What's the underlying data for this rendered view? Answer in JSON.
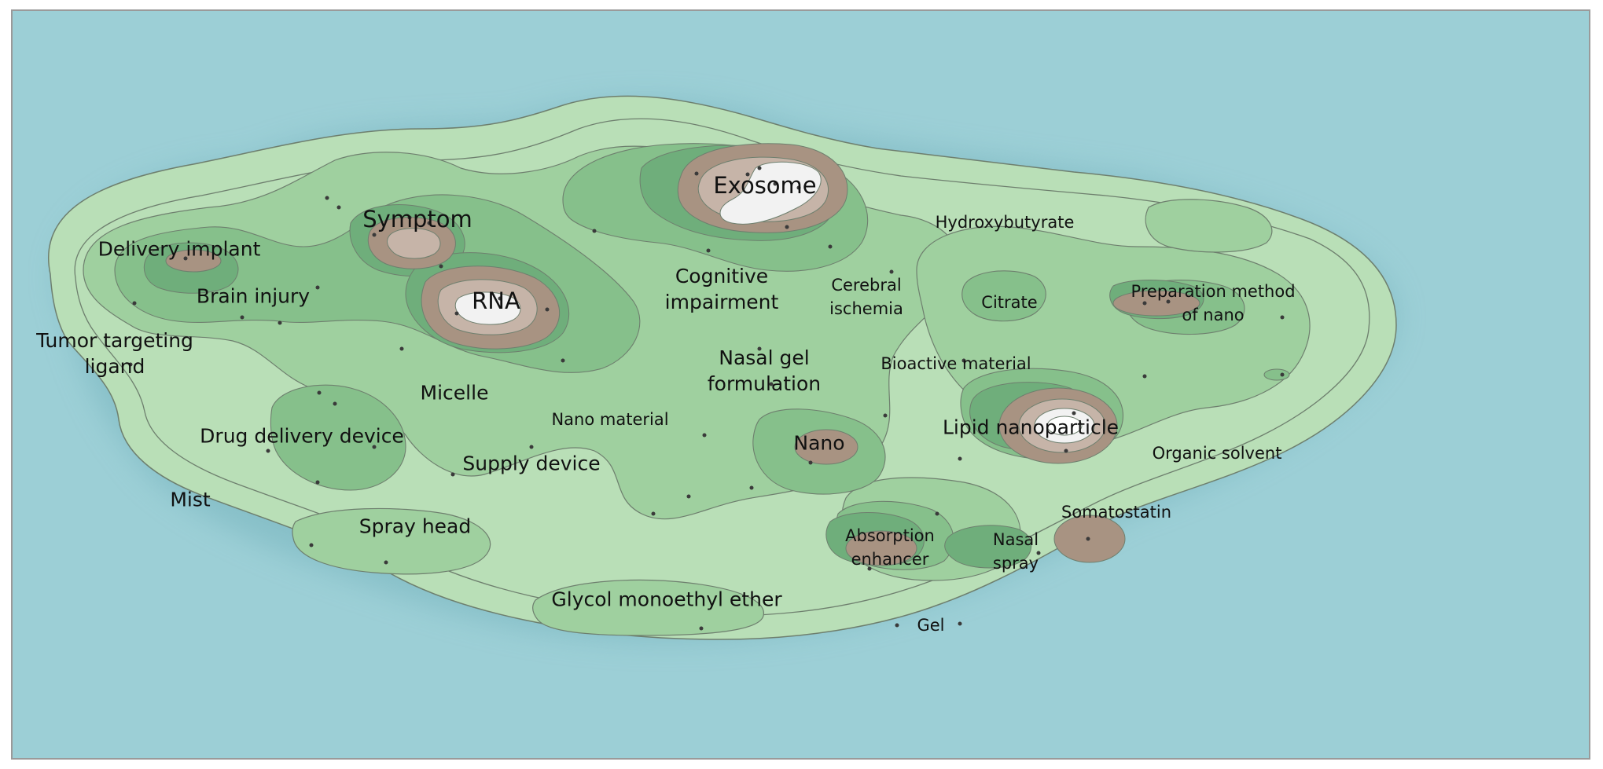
{
  "colors": {
    "sea": "#9ccfd6",
    "land_1": "#b9dfb7",
    "land_2": "#9fd09f",
    "land_3": "#86c08b",
    "land_4": "#6fae7b",
    "peak_1": "#a89382",
    "peak_2": "#c6b4a8",
    "peak_3": "#f2f2f2",
    "contour_line": "#6e7f6e"
  },
  "labels": [
    {
      "id": "exosome",
      "text": "Exosome"
    },
    {
      "id": "symptom",
      "text": "Symptom"
    },
    {
      "id": "rna",
      "text": "RNA"
    },
    {
      "id": "delivery-implant",
      "text": "Delivery implant"
    },
    {
      "id": "brain-injury",
      "text": "Brain injury"
    },
    {
      "id": "tumor-targeting-ligand",
      "text": "Tumor targeting\nligand"
    },
    {
      "id": "micelle",
      "text": "Micelle"
    },
    {
      "id": "drug-delivery-device",
      "text": "Drug delivery device"
    },
    {
      "id": "mist",
      "text": "Mist"
    },
    {
      "id": "spray-head",
      "text": "Spray head"
    },
    {
      "id": "supply-device",
      "text": "Supply device"
    },
    {
      "id": "nano-material",
      "text": "Nano material"
    },
    {
      "id": "glycol-monoethyl-ether",
      "text": "Glycol monoethyl ether"
    },
    {
      "id": "cognitive-impairment",
      "text": "Cognitive\nimpairment"
    },
    {
      "id": "nasal-gel-formulation",
      "text": "Nasal gel\nformulation"
    },
    {
      "id": "nano",
      "text": "Nano"
    },
    {
      "id": "cerebral-ischemia",
      "text": "Cerebral\nischemia"
    },
    {
      "id": "hydroxybutyrate",
      "text": "Hydroxybutyrate"
    },
    {
      "id": "citrate",
      "text": "Citrate"
    },
    {
      "id": "preparation-method-of-nano",
      "text": "Preparation method\nof nano"
    },
    {
      "id": "bioactive-material",
      "text": "Bioactive material"
    },
    {
      "id": "lipid-nanoparticle",
      "text": "Lipid nanoparticle"
    },
    {
      "id": "organic-solvent",
      "text": "Organic solvent"
    },
    {
      "id": "absorption-enhancer",
      "text": "Absorption\nenhancer"
    },
    {
      "id": "nasal-spray",
      "text": "Nasal\nspray"
    },
    {
      "id": "somatostatin",
      "text": "Somatostatin"
    },
    {
      "id": "gel",
      "text": "Gel"
    }
  ]
}
